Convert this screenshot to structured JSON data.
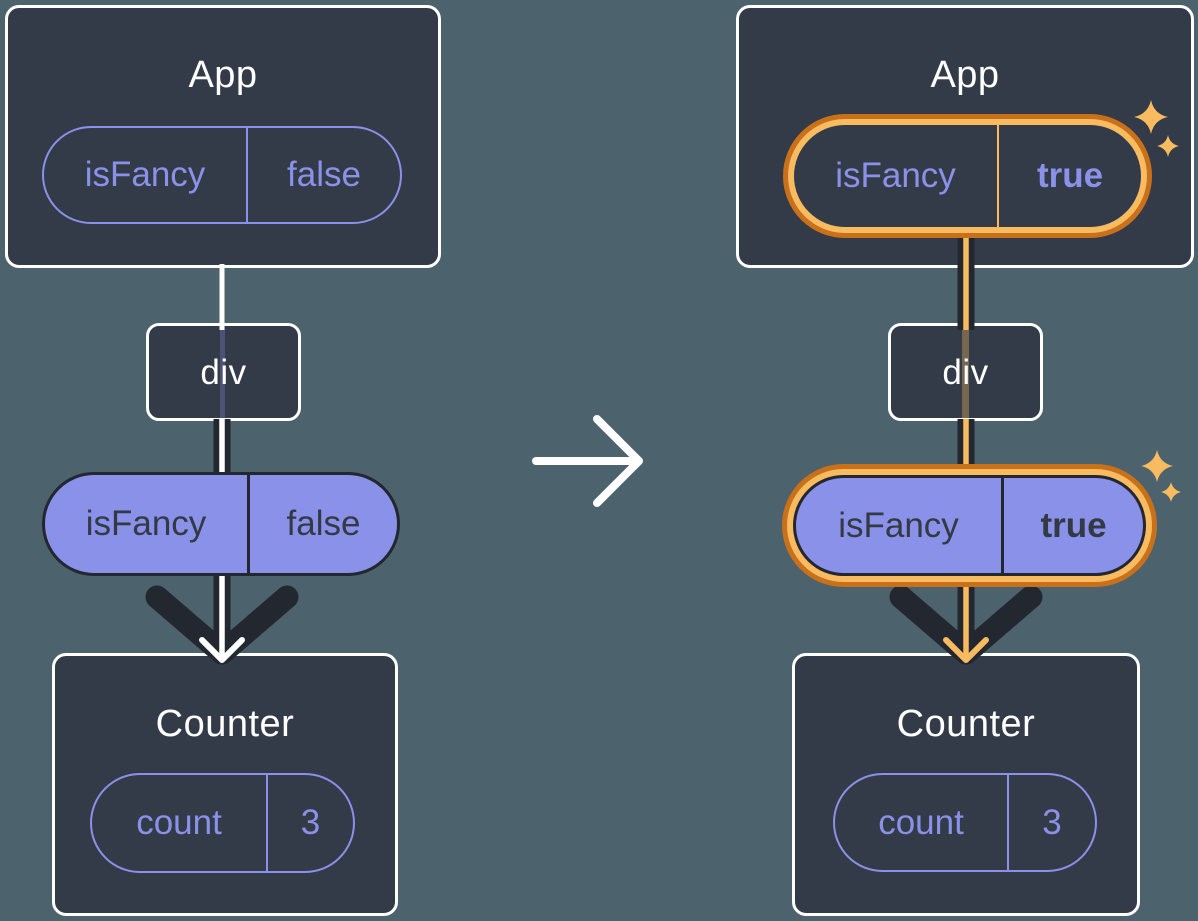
{
  "before": {
    "app": {
      "title": "App",
      "prop_name": "isFancy",
      "prop_value": "false"
    },
    "div_label": "div",
    "passed_prop": {
      "name": "isFancy",
      "value": "false"
    },
    "counter": {
      "title": "Counter",
      "state_name": "count",
      "state_value": "3"
    }
  },
  "after": {
    "app": {
      "title": "App",
      "prop_name": "isFancy",
      "prop_value": "true"
    },
    "div_label": "div",
    "passed_prop": {
      "name": "isFancy",
      "value": "true"
    },
    "counter": {
      "title": "Counter",
      "state_name": "count",
      "state_value": "3"
    }
  },
  "icons": {
    "transition": "arrow-right-icon",
    "highlight": "sparkle-icon",
    "flow": "arrowhead-chevron-icon"
  },
  "colors": {
    "background": "#4C626D",
    "card": "#343B48",
    "card_border": "#FFFFFF",
    "purple": "#8A91E8",
    "dark": "#23272F",
    "pill_text_dark": "#333945",
    "highlight_orange": "#C9701B",
    "highlight_orange_light": "#F8BB60"
  }
}
